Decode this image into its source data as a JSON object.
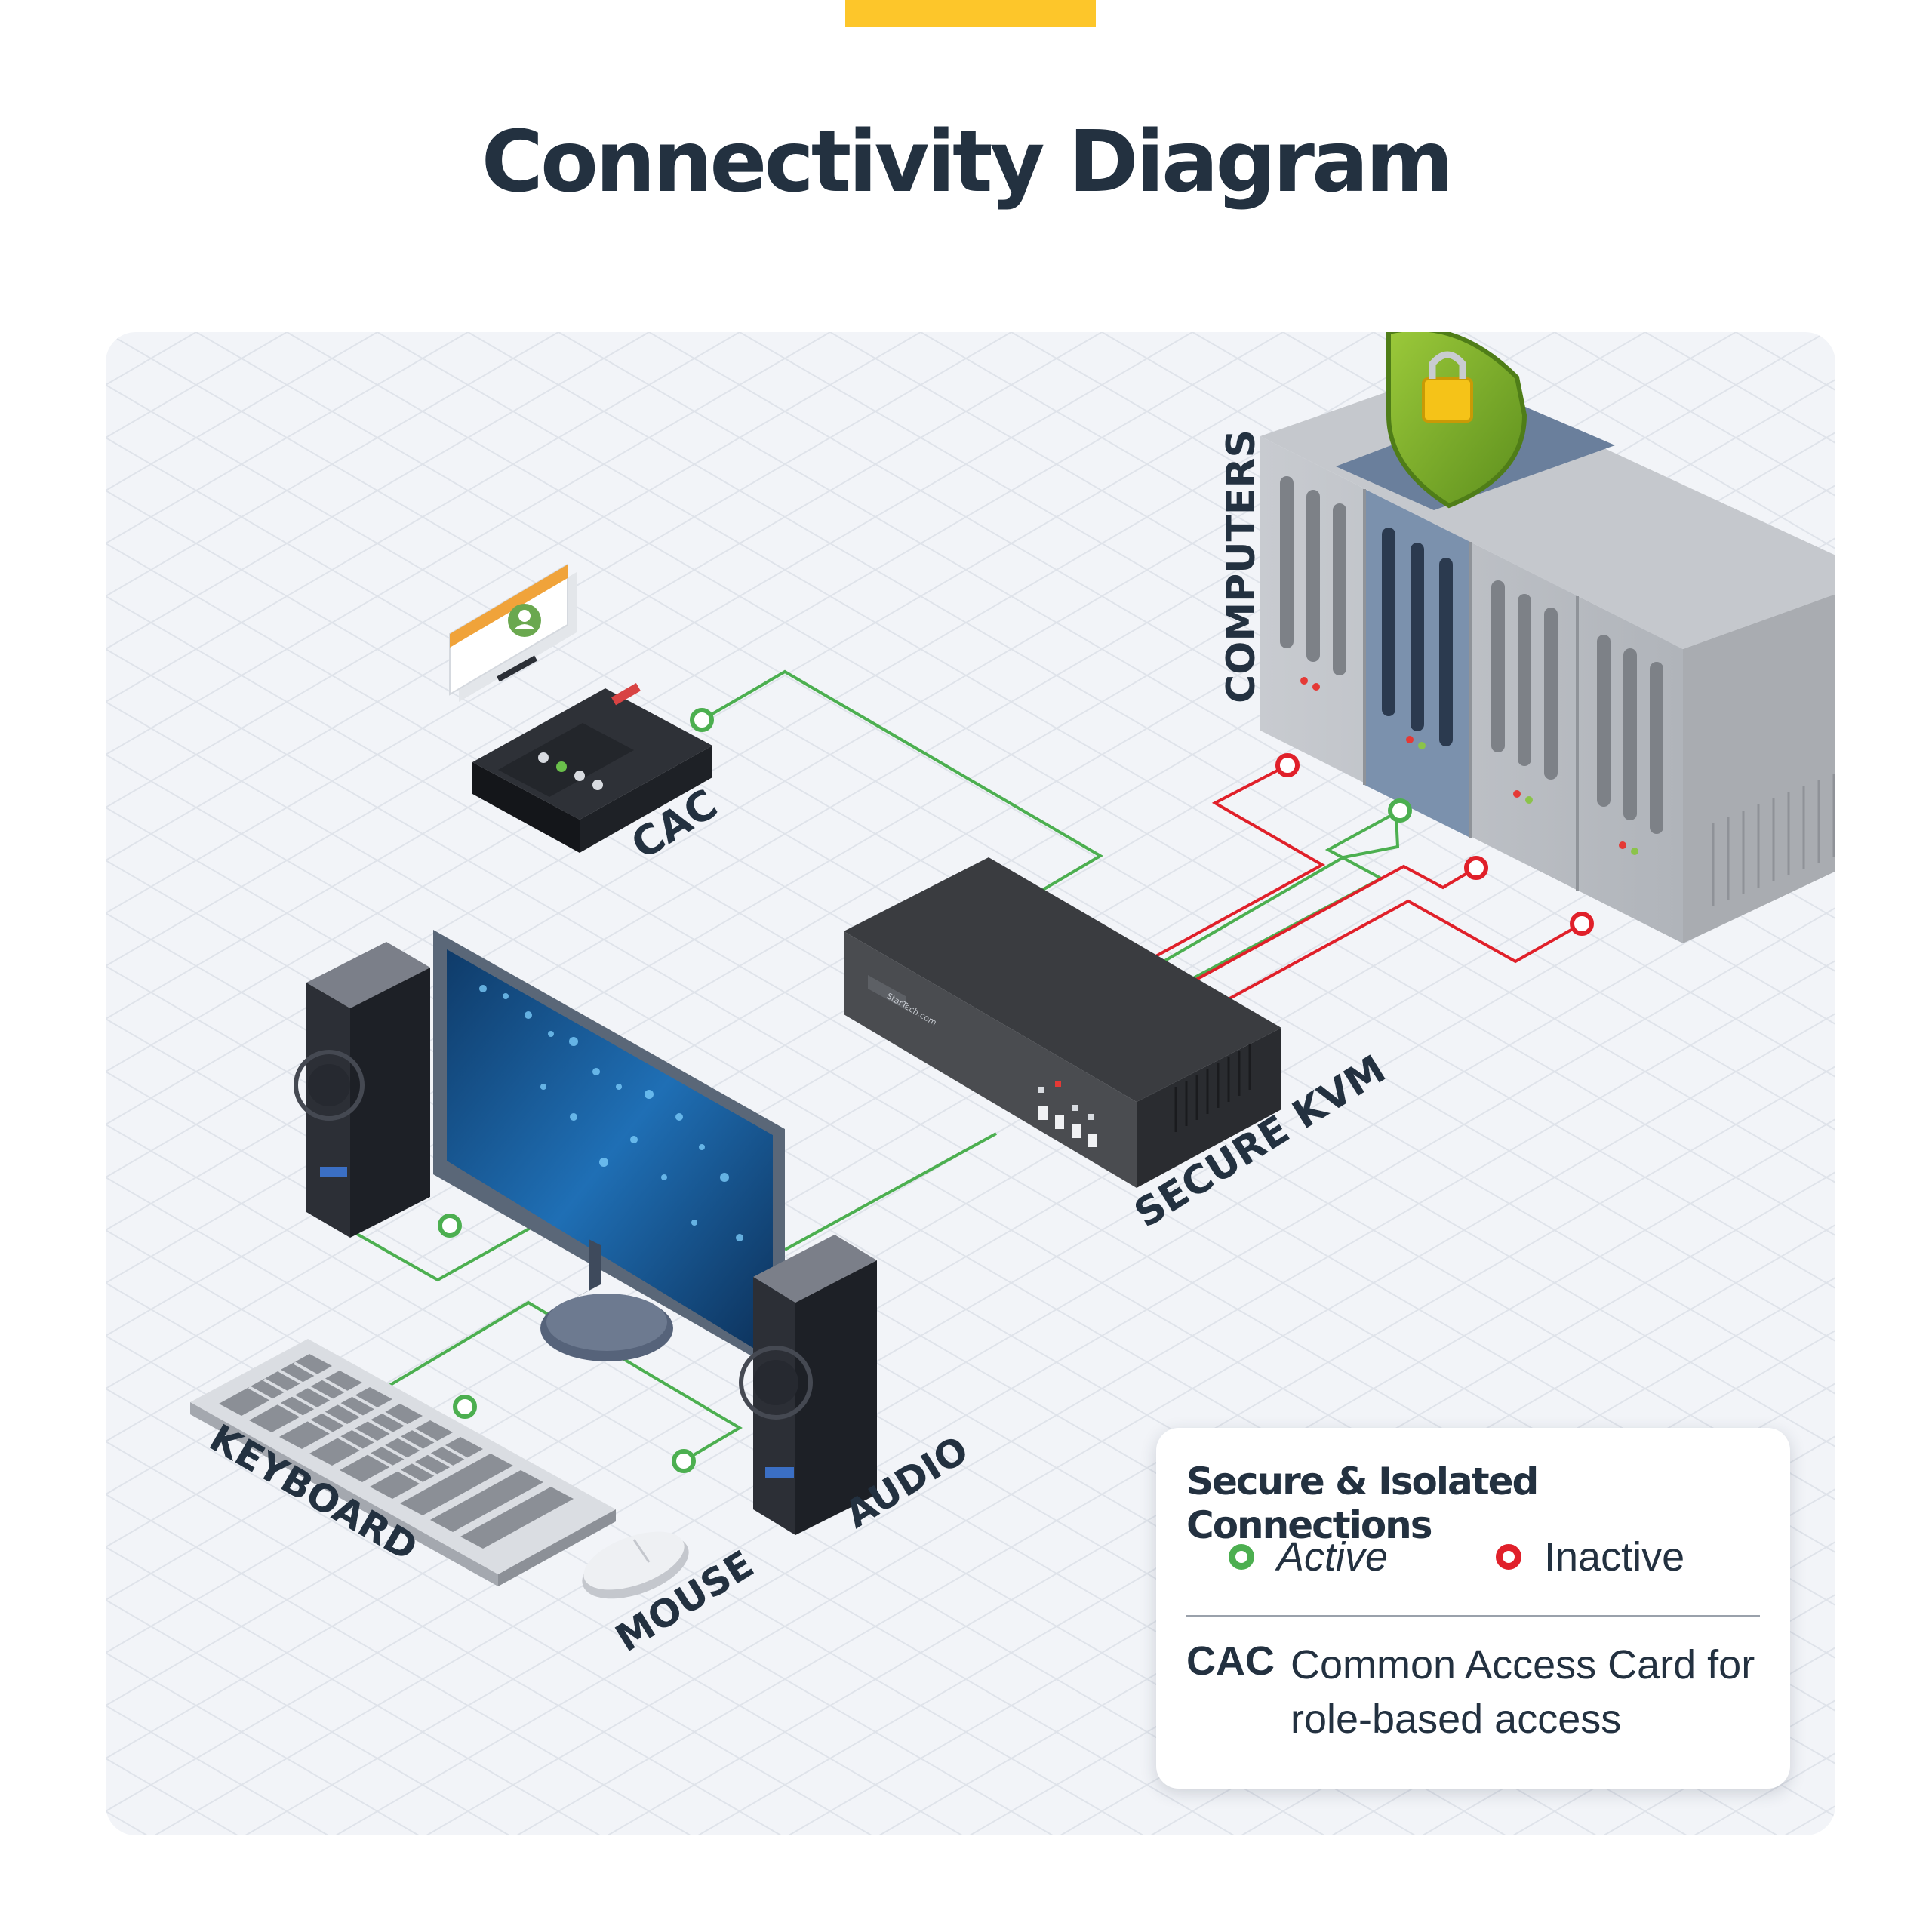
{
  "header": {
    "title": "Connectivity Diagram",
    "accent_color": "#FDC62A"
  },
  "labels": {
    "computers": "COMPUTERS",
    "cac": "CAC",
    "secure_kvm": "SECURE KVM",
    "keyboard": "KEYBOARD",
    "mouse": "MOUSE",
    "audio": "AUDIO"
  },
  "kvm_brand": "StarTech.com",
  "legend": {
    "title": "Secure & Isolated Connections",
    "active_label": "Active",
    "inactive_label": "Inactive",
    "active_color": "#4CAF50",
    "inactive_color": "#E0202A",
    "abbreviation": "CAC",
    "definition": "Common Access Card for role-based access"
  },
  "colors": {
    "title_text": "#233140",
    "panel_background": "#F2F4F8"
  }
}
